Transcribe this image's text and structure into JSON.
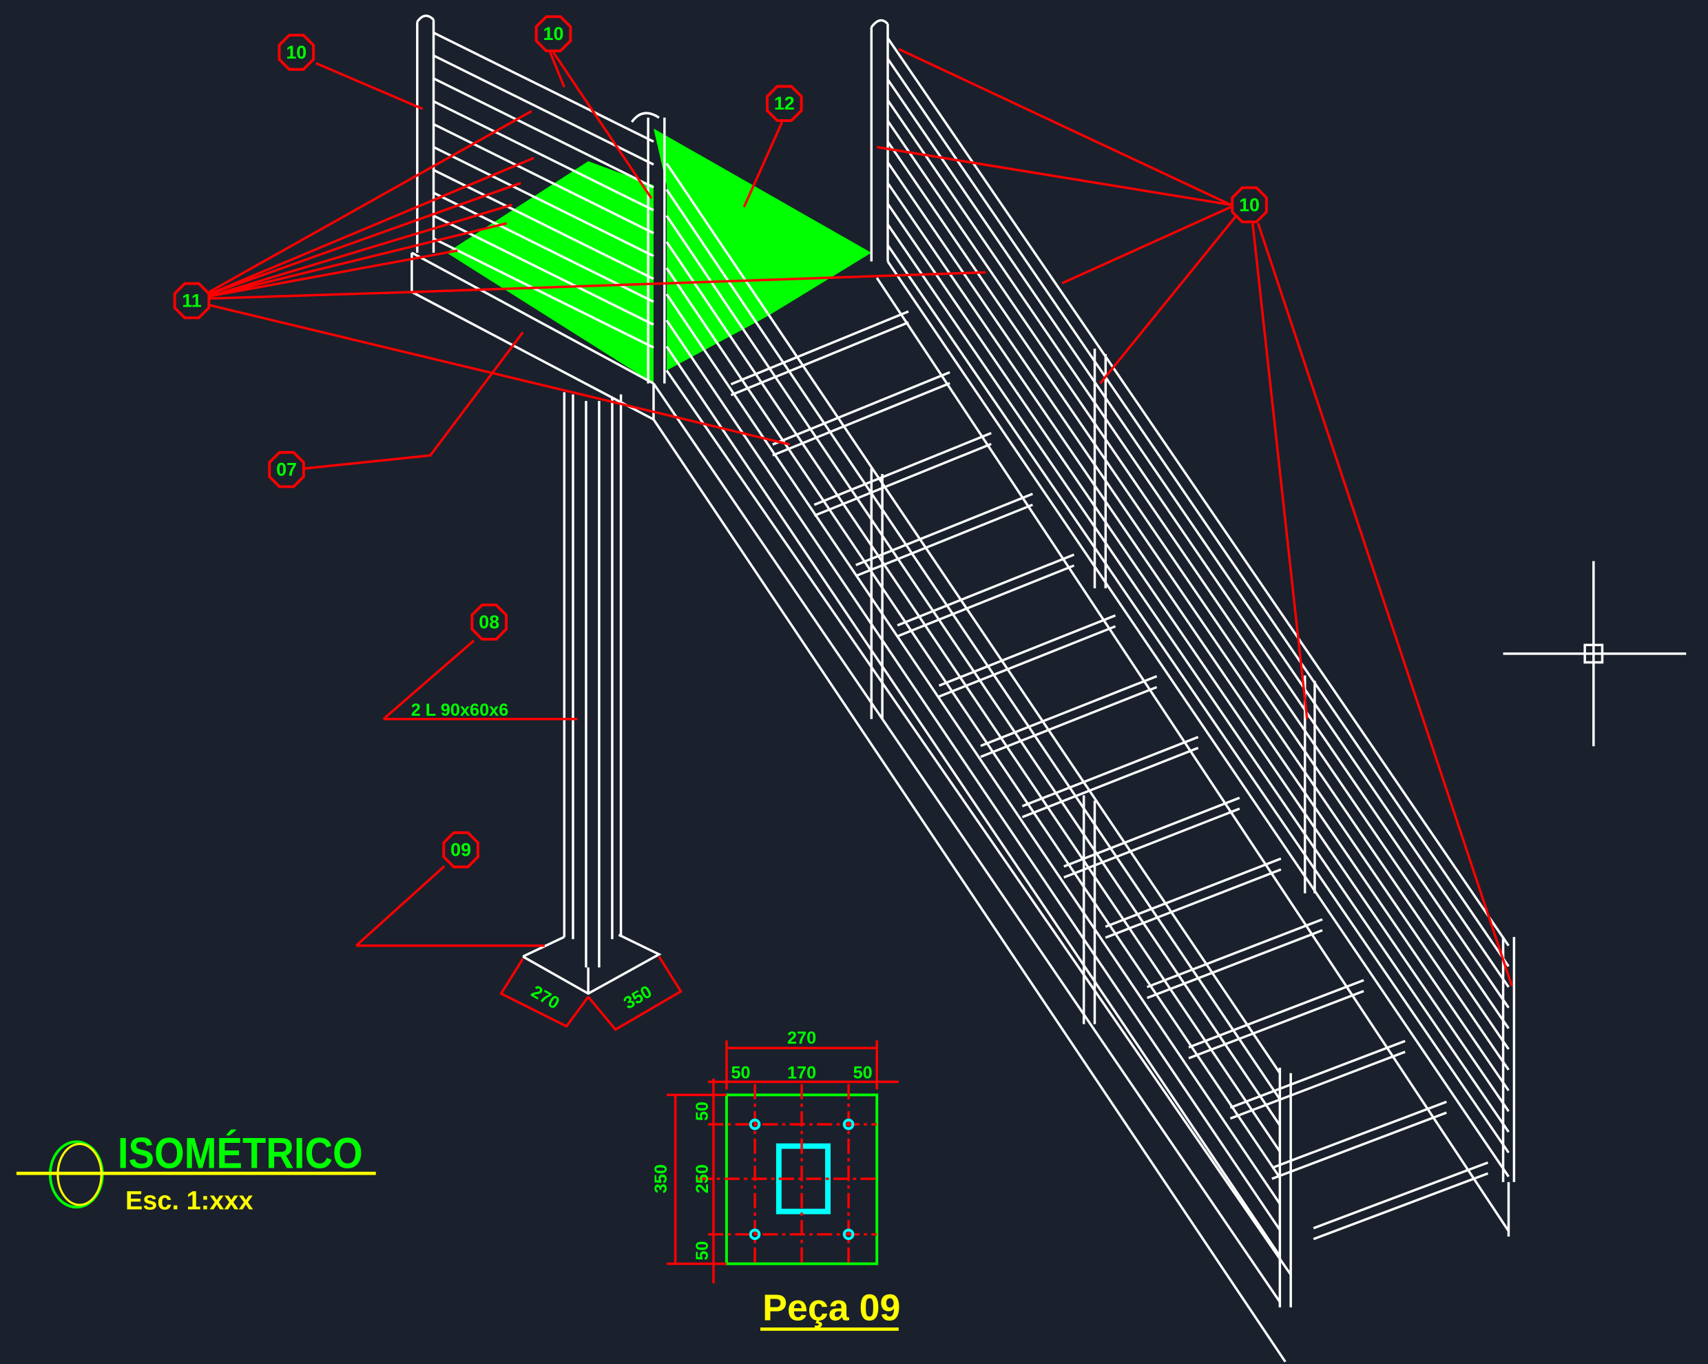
{
  "drawing": {
    "title": "ISOMÉTRICO",
    "scale": "Esc. 1:xxx",
    "detail_title": "Peça 09",
    "profile_note": "2 L 90x60x6",
    "callouts": [
      "10",
      "10",
      "12",
      "11",
      "07",
      "08",
      "09",
      "10"
    ],
    "base_dims": [
      "270",
      "350"
    ],
    "plate": {
      "width_total": "270",
      "width_parts": [
        "50",
        "170",
        "50"
      ],
      "height_total": "350",
      "height_parts": [
        "50",
        "250",
        "50"
      ]
    },
    "steps": 15,
    "colors": {
      "background": "#1a212c",
      "lines": "#ffffff",
      "leaders": "#ff0000",
      "text": "#00ff00",
      "title": "#ffff00",
      "hatch": "#00ff00",
      "plate_hole": "#00ffff"
    }
  }
}
